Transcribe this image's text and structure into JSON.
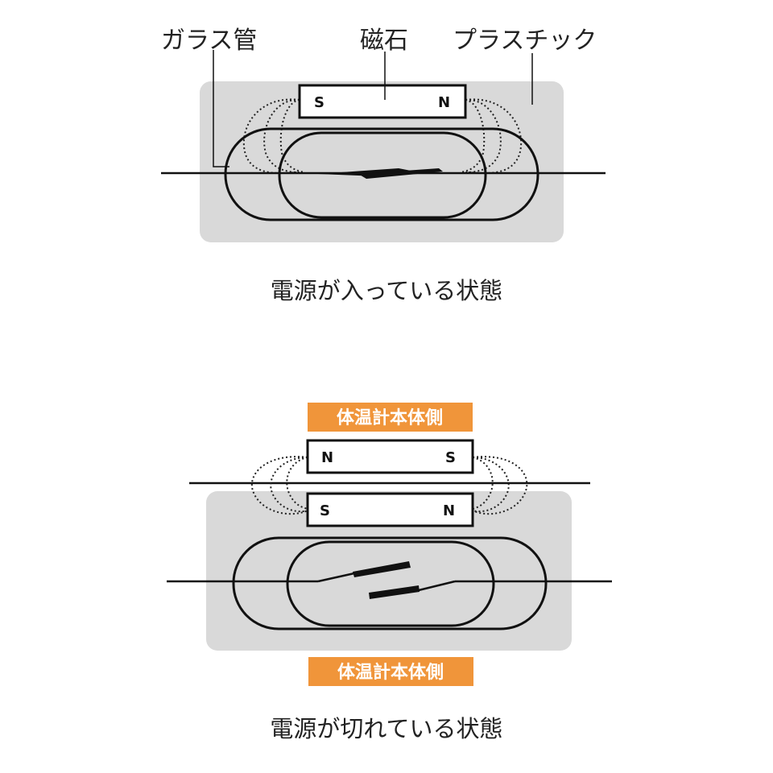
{
  "labels": {
    "glass_tube": "ガラス管",
    "magnet": "磁石",
    "plastic": "プラスチック"
  },
  "top_diagram": {
    "magnet_left_pole": "S",
    "magnet_right_pole": "N",
    "caption": "電源が入っている状態"
  },
  "bottom_diagram": {
    "upper_magnet_left_pole": "N",
    "upper_magnet_right_pole": "S",
    "lower_magnet_left_pole": "S",
    "lower_magnet_right_pole": "N",
    "tag_top": "体温計本体側",
    "tag_bottom": "体温計本体側",
    "caption": "電源が切れている状態"
  },
  "colors": {
    "panel_gray": "#d9d9d9",
    "tag_orange": "#f0953a",
    "line": "#111111"
  }
}
